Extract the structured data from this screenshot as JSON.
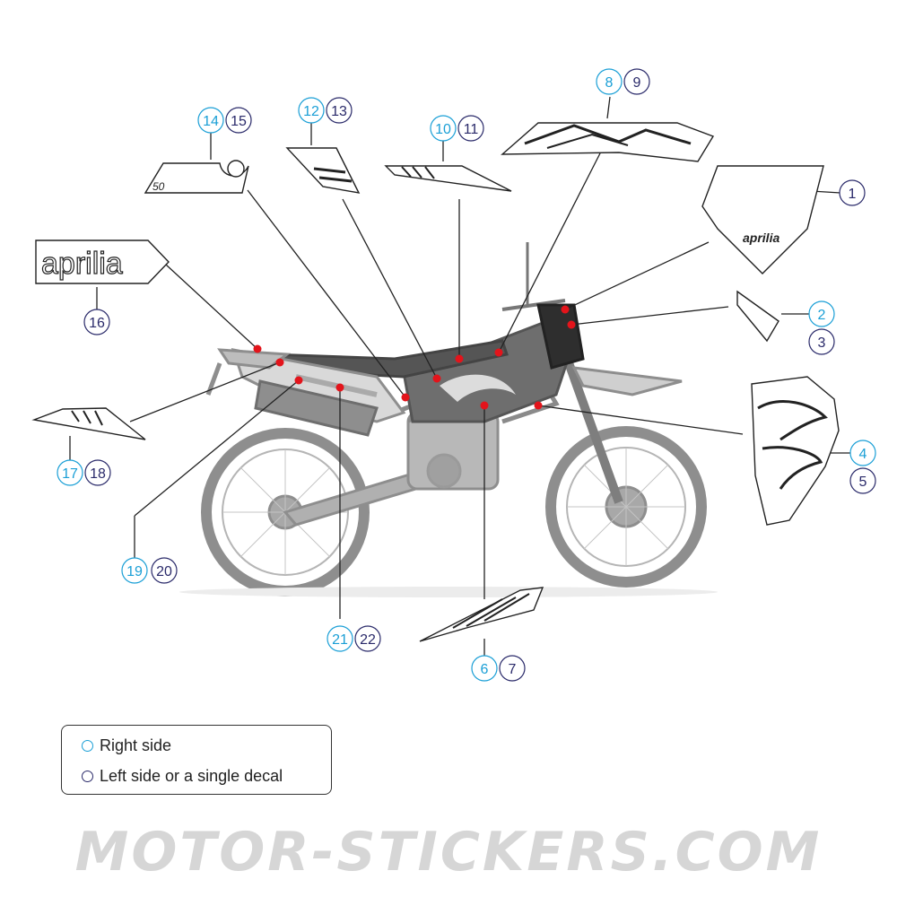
{
  "colors": {
    "right_side": "#1a9fd6",
    "left_side": "#2a2a6a",
    "marker": "#e3141b",
    "leader": "#222222",
    "bike": "#9a9a9a"
  },
  "decals": {
    "brand_text": "aprilia",
    "side_panel_text": "50"
  },
  "callouts": [
    {
      "id": "c1",
      "right": null,
      "left": "1"
    },
    {
      "id": "c2",
      "right": "2",
      "left": "3"
    },
    {
      "id": "c4",
      "right": "4",
      "left": "5"
    },
    {
      "id": "c6",
      "right": "6",
      "left": "7"
    },
    {
      "id": "c8",
      "right": "8",
      "left": "9"
    },
    {
      "id": "c10",
      "right": "10",
      "left": "11"
    },
    {
      "id": "c12",
      "right": "12",
      "left": "13"
    },
    {
      "id": "c14",
      "right": "14",
      "left": "15"
    },
    {
      "id": "c16",
      "right": null,
      "left": "16"
    },
    {
      "id": "c17",
      "right": "17",
      "left": "18"
    },
    {
      "id": "c19",
      "right": "19",
      "left": "20"
    },
    {
      "id": "c21",
      "right": "21",
      "left": "22"
    }
  ],
  "legend": {
    "right_label": "Right side",
    "left_label": "Left side or a single decal"
  },
  "watermark": "MOTOR-STICKERS.COM"
}
